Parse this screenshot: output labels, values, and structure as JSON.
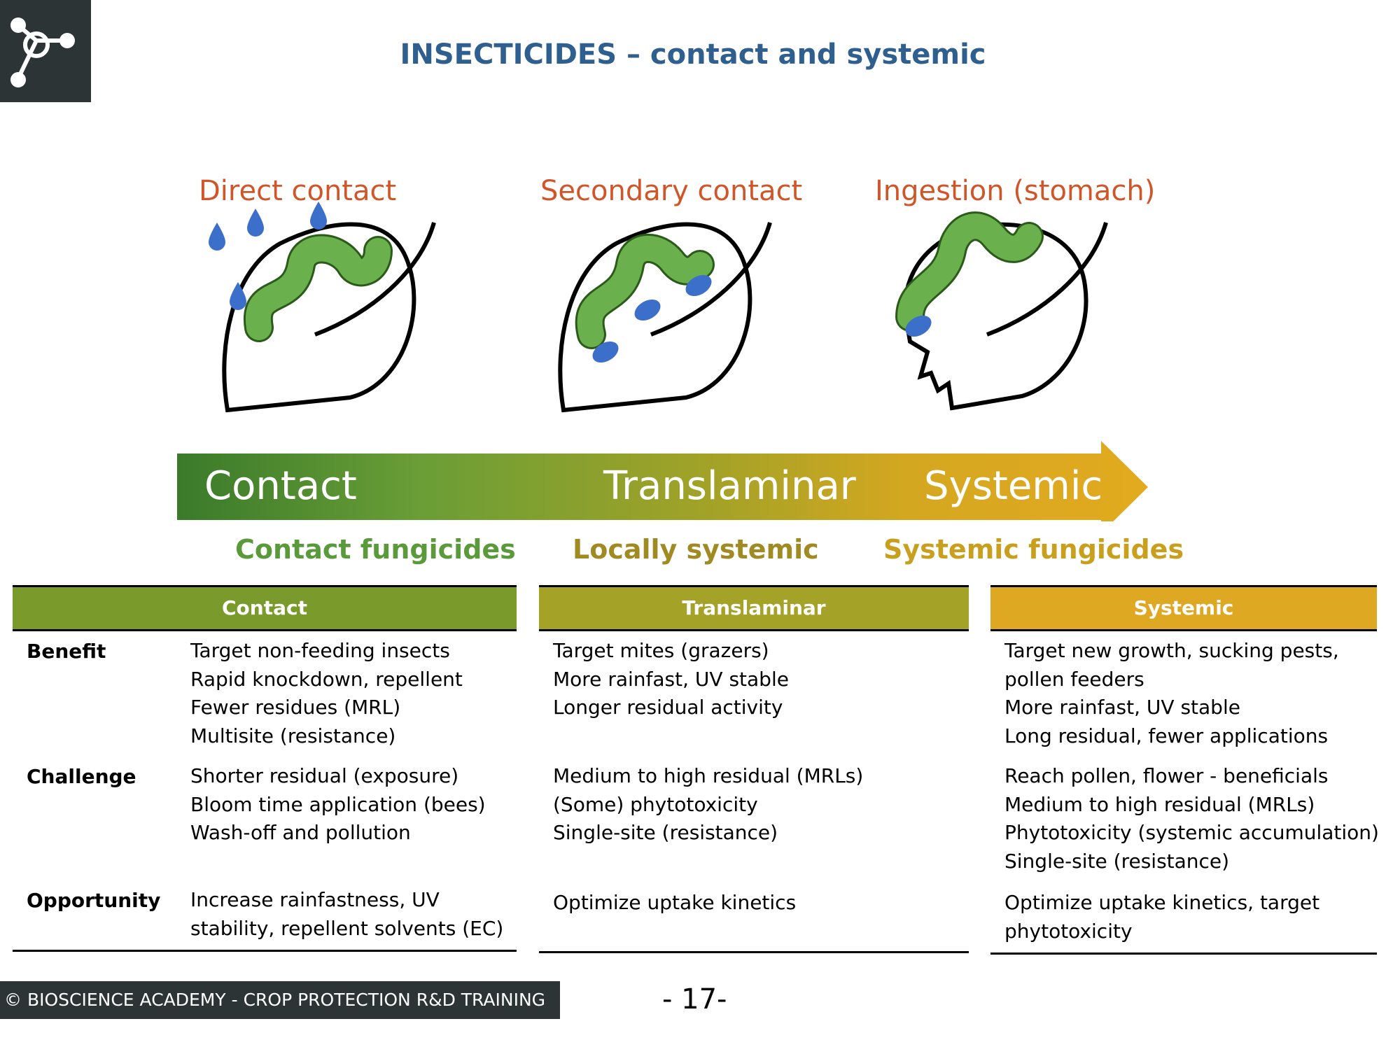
{
  "title": "INSECTICIDES – contact and systemic",
  "illustrations": [
    {
      "label": "Direct contact"
    },
    {
      "label": "Secondary contact"
    },
    {
      "label": "Ingestion (stomach)"
    }
  ],
  "arrow": {
    "labels": [
      "Contact",
      "Translaminar",
      "Systemic"
    ]
  },
  "sub_labels": [
    {
      "text": "Contact fungicides",
      "color": "#5b9a3a"
    },
    {
      "text": "Locally systemic",
      "color": "#a08a22"
    },
    {
      "text": "Systemic fungicides",
      "color": "#c9a01e"
    }
  ],
  "colors": {
    "contact": "#7a9a2b",
    "translaminar": "#a4a227",
    "systemic": "#dfa823",
    "title": "#2f5f8f",
    "illustration_label": "#d0562a"
  },
  "row_labels": [
    "Benefit",
    "Challenge",
    "Opportunity"
  ],
  "tables": [
    {
      "header": "Contact",
      "benefit": [
        "Target non-feeding insects",
        "Rapid knockdown, repellent",
        "Fewer residues (MRL)",
        "Multisite (resistance)"
      ],
      "challenge": [
        "Shorter residual (exposure)",
        "Bloom time application (bees)",
        "Wash-off and pollution"
      ],
      "opportunity": [
        "Increase rainfastness, UV",
        "stability, repellent solvents (EC)"
      ]
    },
    {
      "header": "Translaminar",
      "benefit": [
        "Target mites (grazers)",
        "More rainfast, UV stable",
        "Longer residual activity"
      ],
      "challenge": [
        "Medium to high residual (MRLs)",
        "(Some) phytotoxicity",
        "Single-site (resistance)"
      ],
      "opportunity": [
        "Optimize uptake kinetics"
      ]
    },
    {
      "header": "Systemic",
      "benefit": [
        "Target new growth, sucking pests,",
        "pollen feeders",
        "More rainfast, UV stable",
        "Long residual, fewer applications"
      ],
      "challenge": [
        "Reach pollen, flower - beneficials",
        "Medium to high residual (MRLs)",
        "Phytotoxicity (systemic accumulation)",
        "Single-site (resistance)"
      ],
      "opportunity": [
        "Optimize uptake kinetics, target",
        "phytotoxicity"
      ]
    }
  ],
  "footer": {
    "text": "© BIOSCIENCE ACADEMY - CROP PROTECTION R&D TRAINING"
  },
  "page_number": "- 17-"
}
